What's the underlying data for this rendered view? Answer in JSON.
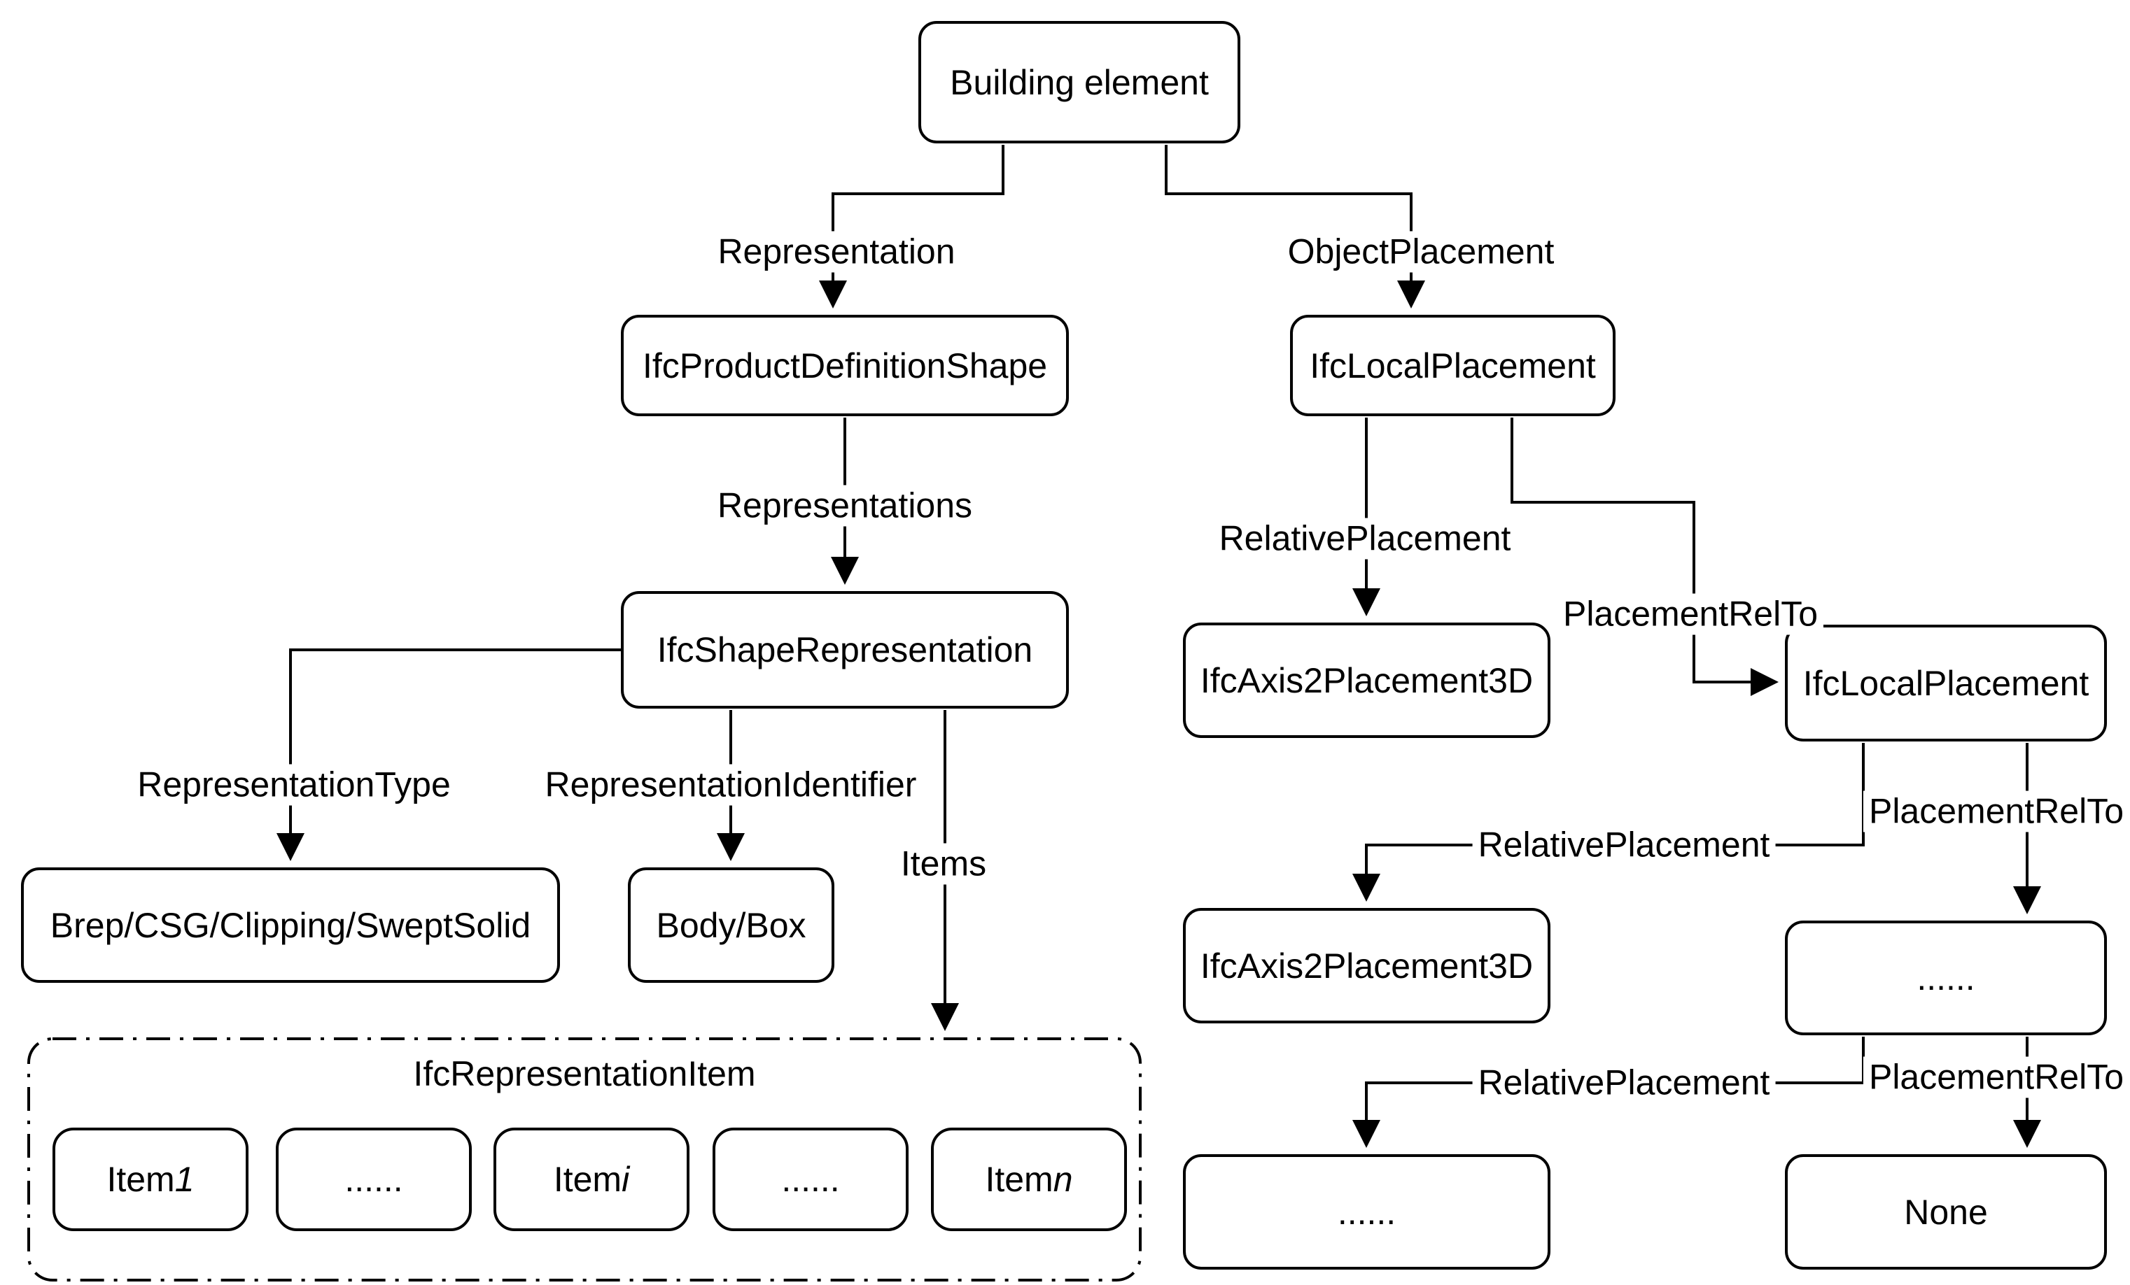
{
  "diagram": {
    "colors": {
      "stroke": "#000000",
      "background": "#ffffff",
      "text": "#000000"
    },
    "nodes": {
      "building_element": {
        "label": "Building element"
      },
      "ifc_product_definition_shape": {
        "label": "IfcProductDefinitionShape"
      },
      "ifc_local_placement_1": {
        "label": "IfcLocalPlacement"
      },
      "ifc_shape_representation": {
        "label": "IfcShapeRepresentation"
      },
      "brep_csg_clipping_sweptsolid": {
        "label": "Brep/CSG/Clipping/SweptSolid"
      },
      "body_box": {
        "label": "Body/Box"
      },
      "ifc_axis2_placement3d_1": {
        "label": "IfcAxis2Placement3D"
      },
      "ifc_local_placement_2": {
        "label": "IfcLocalPlacement"
      },
      "ifc_axis2_placement3d_2": {
        "label": "IfcAxis2Placement3D"
      },
      "ellipsis_mid_right": {
        "label": "......"
      },
      "ellipsis_bottom": {
        "label": "......"
      },
      "none": {
        "label": "None"
      }
    },
    "edge_labels": {
      "representation": "Representation",
      "object_placement": "ObjectPlacement",
      "representations": "Representations",
      "relative_placement_1": "RelativePlacement",
      "placement_rel_to_1": "PlacementRelTo",
      "representation_type": "RepresentationType",
      "representation_identifier": "RepresentationIdentifier",
      "items": "Items",
      "relative_placement_2": "RelativePlacement",
      "placement_rel_to_2": "PlacementRelTo",
      "relative_placement_3": "RelativePlacement",
      "placement_rel_to_3": "PlacementRelTo"
    },
    "representation_item_group": {
      "title": "IfcRepresentationItem",
      "items": [
        {
          "text": "Item ",
          "var": "1"
        },
        {
          "text": "......",
          "var": ""
        },
        {
          "text": "Item ",
          "var": "i"
        },
        {
          "text": "......",
          "var": ""
        },
        {
          "text": "Item ",
          "var": "n"
        }
      ]
    }
  }
}
